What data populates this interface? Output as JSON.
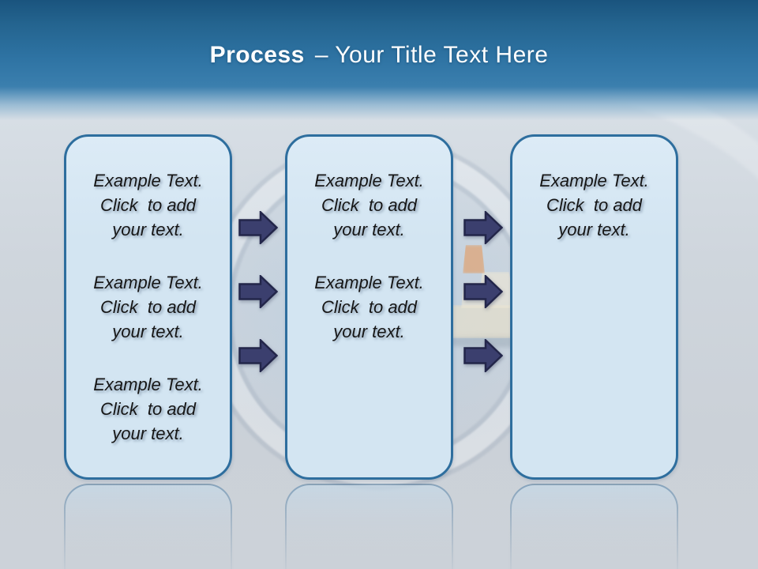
{
  "title": {
    "bold": "Process",
    "rest": "– Your Title Text Here"
  },
  "colors": {
    "header_top": "#1a547e",
    "header_mid": "#2e73a3",
    "header_light": "#4586b4",
    "panel_fill": "#d3e5f2",
    "panel_fill_top": "#dcebf6",
    "panel_border": "#2e6e9e",
    "arrow_fill": "#3b3f6e",
    "arrow_stroke": "#23264a",
    "text": "#161616",
    "bg": "#ccd2d9",
    "title": "#ffffff"
  },
  "panels": [
    {
      "name": "step-1",
      "paragraphs": [
        {
          "lines": [
            "Example Text.",
            "Click  to add",
            "your text."
          ]
        },
        {
          "lines": [
            "Example Text.",
            "Click  to add",
            "your text."
          ]
        },
        {
          "lines": [
            "Example Text.",
            "Click  to add",
            "your text."
          ]
        }
      ]
    },
    {
      "name": "step-2",
      "paragraphs": [
        {
          "lines": [
            "Example Text.",
            "Click  to add",
            "your text."
          ]
        },
        {
          "lines": [
            "Example Text.",
            "Click  to add",
            "your text."
          ]
        }
      ]
    },
    {
      "name": "step-3",
      "paragraphs": [
        {
          "lines": [
            "Example Text.",
            "Click  to add",
            "your text."
          ]
        }
      ]
    }
  ],
  "arrows": {
    "icon": "right-arrow-icon",
    "columns": 2,
    "per_column": 3
  }
}
